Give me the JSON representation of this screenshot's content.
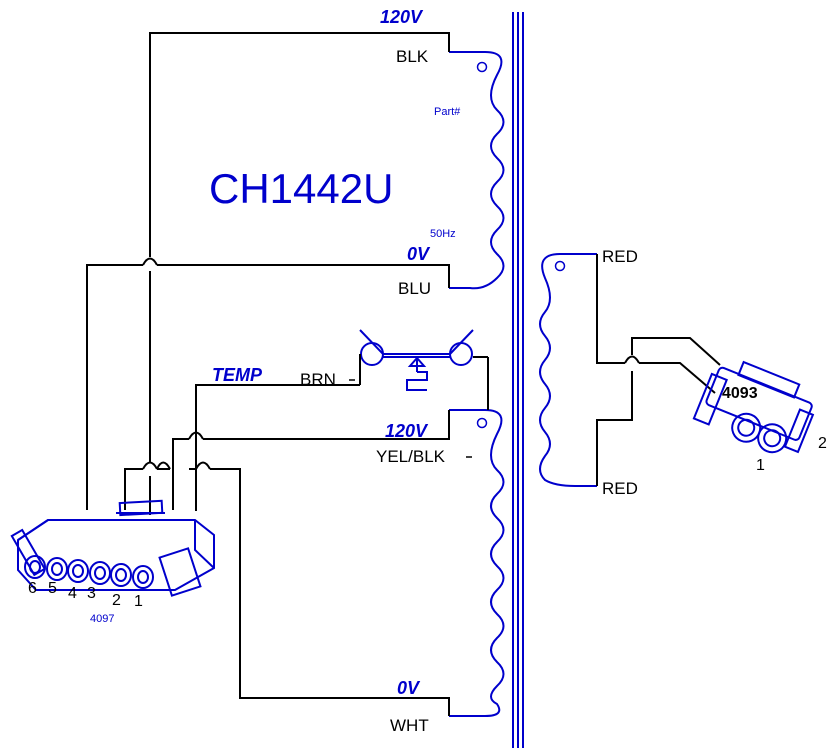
{
  "diagram": {
    "part_number": "CH1442U",
    "part_label": "Part#",
    "frequency": "50Hz",
    "primary_top": {
      "voltage": "120V",
      "wire": "BLK"
    },
    "primary_bottom": {
      "voltage": "0V",
      "wire": "BLU"
    },
    "thermal": {
      "label": "TEMP",
      "wire": "BRN"
    },
    "secondary_top": {
      "voltage": "120V",
      "wire": "YEL/BLK"
    },
    "secondary_bottom": {
      "voltage": "0V",
      "wire": "WHT"
    },
    "right_winding": {
      "top_wire": "RED",
      "bottom_wire": "RED"
    },
    "connector_6pin": {
      "id": "4097",
      "pins": [
        "6",
        "5",
        "4",
        "3",
        "2",
        "1"
      ]
    },
    "connector_2pin": {
      "id": "4093",
      "pins": [
        "1",
        "2"
      ]
    },
    "colors": {
      "ink": "#0000cc",
      "wire": "#000000",
      "background": "#ffffff"
    }
  }
}
